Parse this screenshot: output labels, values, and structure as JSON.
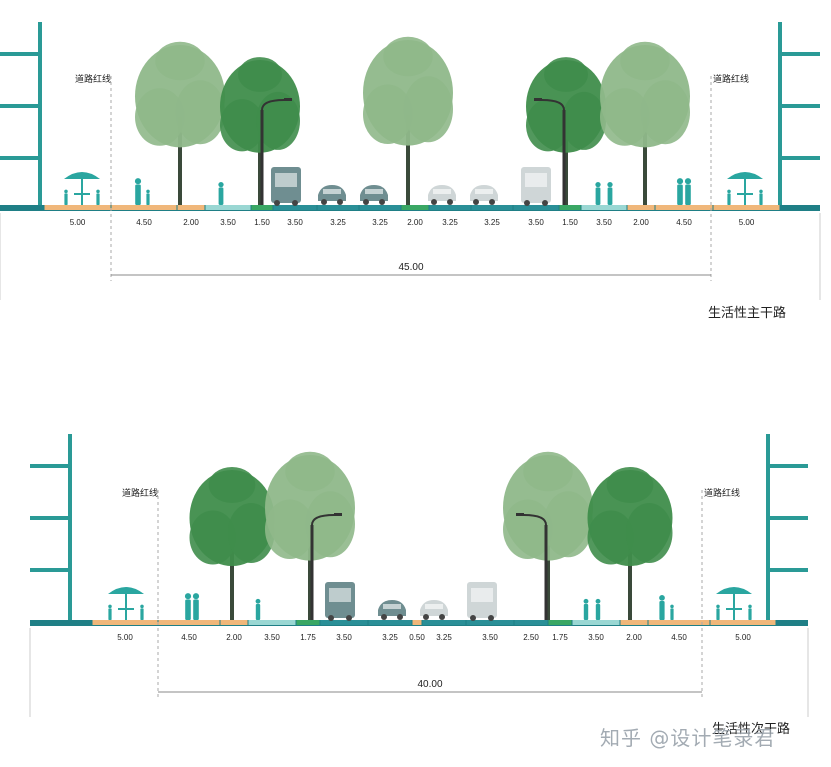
{
  "colors": {
    "building": "#2a9a96",
    "ground": "#1f7f86",
    "sidewalk": "#f0b77a",
    "green_strip": "#3aa764",
    "bike_lane": "#9ad7d3",
    "lane": "#2a8f97",
    "tree_dark": "#3f8d4b",
    "tree_light": "#8fb88a",
    "vehicle_dark": "#6f8e91",
    "vehicle_light": "#cfd6d7",
    "people": "#2aa6a0",
    "text": "#222222"
  },
  "sections": [
    {
      "red_line_label": "道路红线",
      "total_width": "45.00",
      "caption": "生活性主干路",
      "segments": [
        {
          "label": "5.00",
          "type": "sidewalk"
        },
        {
          "label": "4.50",
          "type": "sidewalk"
        },
        {
          "label": "2.00",
          "type": "sidewalk"
        },
        {
          "label": "3.50",
          "type": "bike"
        },
        {
          "label": "1.50",
          "type": "green"
        },
        {
          "label": "3.50",
          "type": "lane"
        },
        {
          "label": "3.25",
          "type": "lane"
        },
        {
          "label": "3.25",
          "type": "lane"
        },
        {
          "label": "2.00",
          "type": "green"
        },
        {
          "label": "3.25",
          "type": "lane"
        },
        {
          "label": "3.25",
          "type": "lane"
        },
        {
          "label": "3.50",
          "type": "lane"
        },
        {
          "label": "1.50",
          "type": "green"
        },
        {
          "label": "3.50",
          "type": "bike"
        },
        {
          "label": "2.00",
          "type": "sidewalk"
        },
        {
          "label": "4.50",
          "type": "sidewalk"
        },
        {
          "label": "5.00",
          "type": "sidewalk"
        }
      ]
    },
    {
      "red_line_label": "道路红线",
      "total_width": "40.00",
      "caption": "生活性次干路",
      "segments": [
        {
          "label": "5.00",
          "type": "sidewalk"
        },
        {
          "label": "4.50",
          "type": "sidewalk"
        },
        {
          "label": "2.00",
          "type": "sidewalk"
        },
        {
          "label": "3.50",
          "type": "bike"
        },
        {
          "label": "1.75",
          "type": "green"
        },
        {
          "label": "3.50",
          "type": "lane"
        },
        {
          "label": "3.25",
          "type": "lane"
        },
        {
          "label": "0.50",
          "type": "sidewalk"
        },
        {
          "label": "3.25",
          "type": "lane"
        },
        {
          "label": "3.50",
          "type": "lane"
        },
        {
          "label": "2.50",
          "type": "lane"
        },
        {
          "label": "1.75",
          "type": "green"
        },
        {
          "label": "3.50",
          "type": "bike"
        },
        {
          "label": "2.00",
          "type": "sidewalk"
        },
        {
          "label": "4.50",
          "type": "sidewalk"
        },
        {
          "label": "5.00",
          "type": "sidewalk"
        }
      ]
    }
  ],
  "watermark": "知乎 @设计笔录君"
}
